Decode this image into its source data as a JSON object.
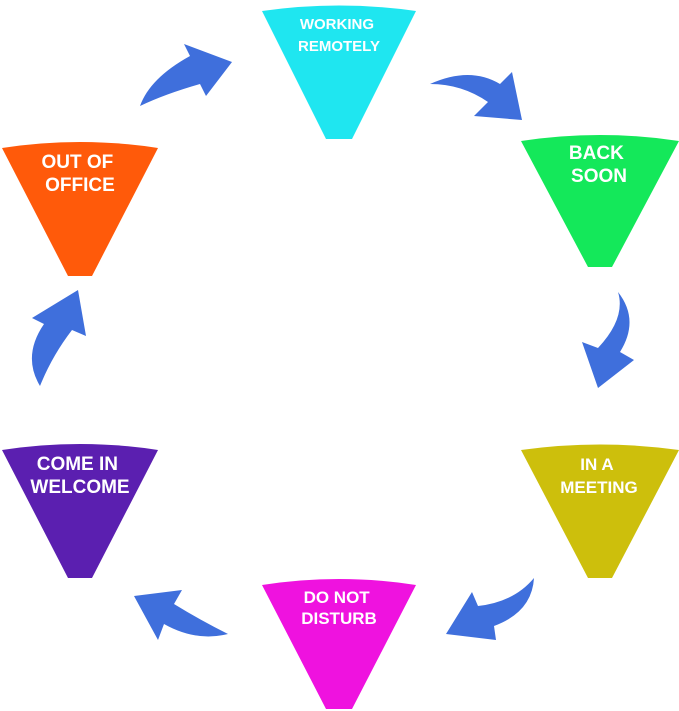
{
  "diagram": {
    "arrow_color": "#3f6fdc",
    "stages": [
      {
        "id": "working-remotely",
        "lines": [
          "WORKING",
          "REMOTELY"
        ],
        "color": "#1fe6f0"
      },
      {
        "id": "back-soon",
        "lines": [
          "BACK",
          "SOON"
        ],
        "color": "#14e85a"
      },
      {
        "id": "in-a-meeting",
        "lines": [
          "IN A",
          "MEETING"
        ],
        "color": "#cdbf0c"
      },
      {
        "id": "do-not-disturb",
        "lines": [
          "DO NOT",
          "DISTURB"
        ],
        "color": "#ef12df"
      },
      {
        "id": "come-in-welcome",
        "lines": [
          "COME IN",
          "WELCOME"
        ],
        "color": "#5b1fb0"
      },
      {
        "id": "out-of-office",
        "lines": [
          "OUT OF",
          "OFFICE"
        ],
        "color": "#ff5a0a"
      }
    ]
  }
}
